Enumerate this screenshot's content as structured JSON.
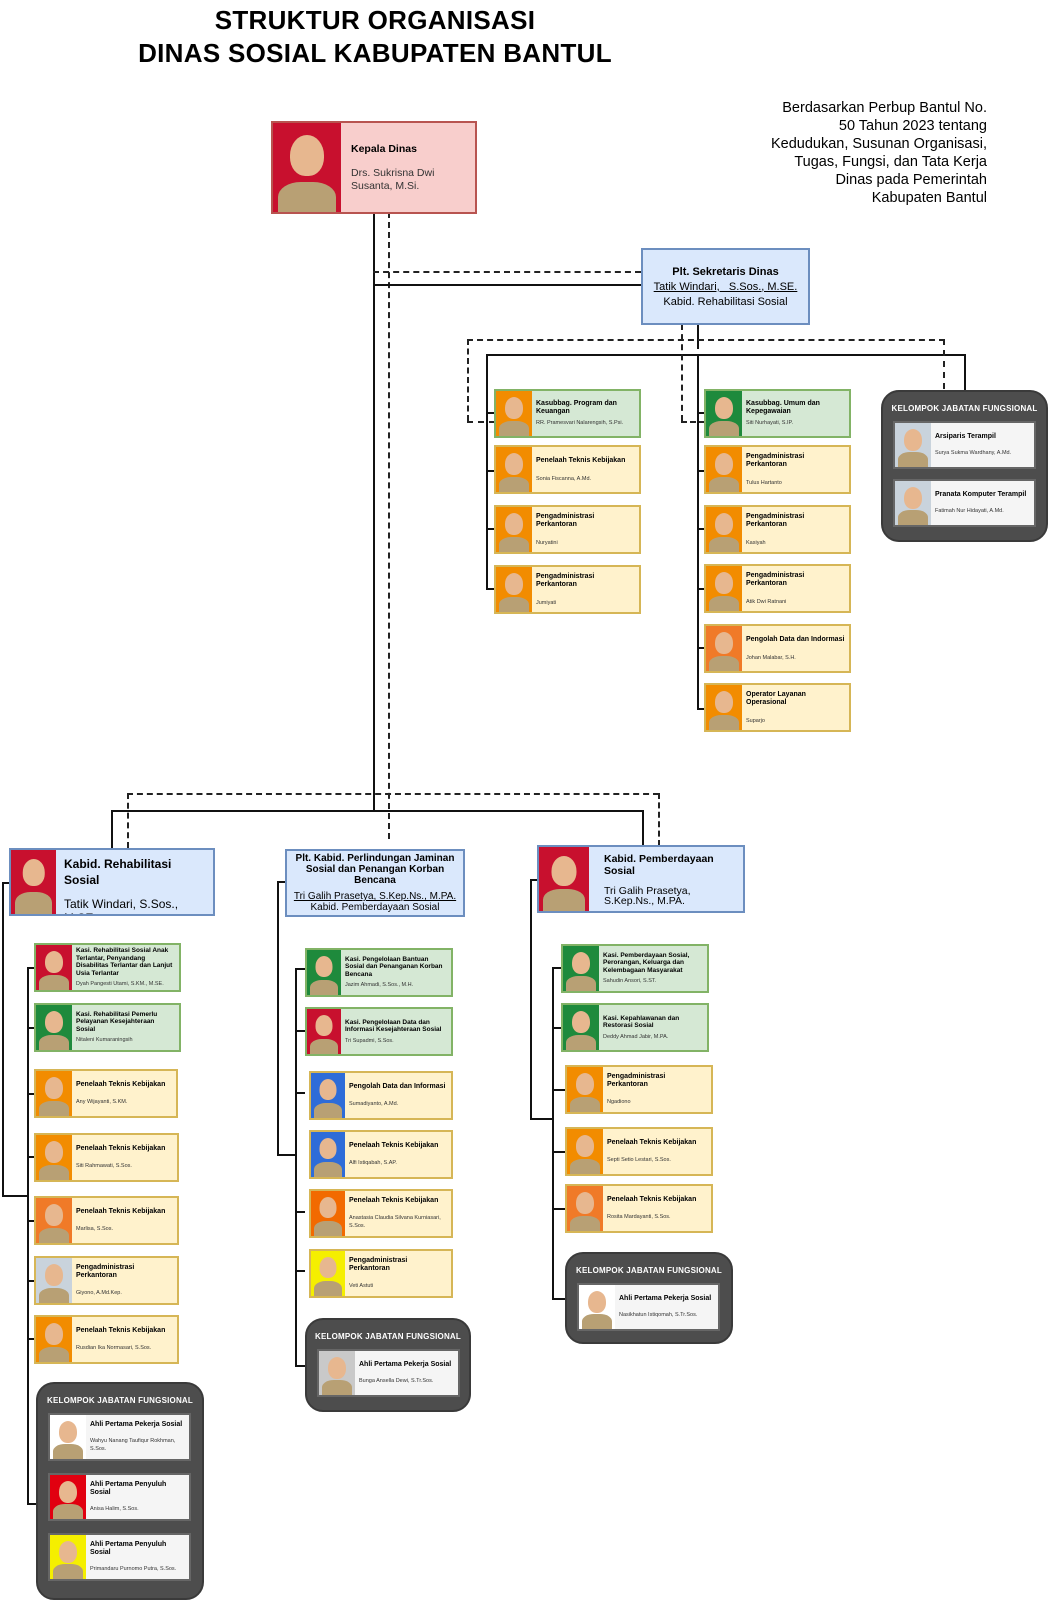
{
  "header": {
    "title_line1": "STRUKTUR ORGANISASI",
    "title_line2": "DINAS SOSIAL KABUPATEN BANTUL",
    "legal_basis": "Berdasarkan Perbup Bantul No.\n50 Tahun 2023 tentang\nKedudukan, Susunan Organisasi,\nTugas, Fungsi, dan Tata Kerja\nDinas pada Pemerintah\nKabupaten Bantul"
  },
  "kepala": {
    "role": "Kepala Dinas",
    "name": "Drs. Sukrisna Dwi Susanta, M.Si.",
    "photo_bg": "#c8102e"
  },
  "sekretaris": {
    "role": "Plt. Sekretaris Dinas",
    "name": "Tatik Windari,   S.Sos., M.SE.",
    "subtitle": "Kabid. Rehabilitasi Sosial"
  },
  "sekretariat": {
    "program": [
      {
        "role": "Kasubbag. Program dan Keuangan",
        "name": "RR. Pramesvari Nalarengsih, S.Psi.",
        "photo_bg": "#f28c00",
        "color": "green"
      },
      {
        "role": "Penelaah Teknis Kebijakan",
        "name": "Sonia Fiscanna, A.Md.",
        "photo_bg": "#f28c00",
        "color": "yellow"
      },
      {
        "role": "Pengadministrasi Perkantoran",
        "name": "Nuryatini",
        "photo_bg": "#f28c00",
        "color": "yellow"
      },
      {
        "role": "Pengadministrasi Perkantoran",
        "name": "Jumiyati",
        "photo_bg": "#f28c00",
        "color": "yellow"
      }
    ],
    "umum": [
      {
        "role": "Kasubbag. Umum dan Kepegawaian",
        "name": "Siti Nurhayati, S.IP.",
        "photo_bg": "#1e8a3c",
        "color": "green"
      },
      {
        "role": "Pengadministrasi Perkantoran",
        "name": "Tulus Hartanto",
        "photo_bg": "#f28c00",
        "color": "yellow"
      },
      {
        "role": "Pengadministrasi Perkantoran",
        "name": "Kasiyah",
        "photo_bg": "#f28c00",
        "color": "yellow"
      },
      {
        "role": "Pengadministrasi Perkantoran",
        "name": "Atik Dwi Ratnani",
        "photo_bg": "#f28c00",
        "color": "yellow"
      },
      {
        "role": "Pengolah Data dan Indormasi",
        "name": "Johan Malabar, S.H.",
        "photo_bg": "#f07a28",
        "color": "yellow"
      },
      {
        "role": "Operator Layanan Operasional",
        "name": "Suparjo",
        "photo_bg": "#f28c00",
        "color": "yellow"
      }
    ],
    "fungsional": {
      "title": "KELOMPOK JABATAN FUNGSIONAL",
      "members": [
        {
          "role": "Arsiparis Terampil",
          "name": "Surya Sukma Wardhany, A.Md.",
          "photo_bg": "#c9d3dc"
        },
        {
          "role": "Pranata Komputer Terampil",
          "name": "Fatimah Nur Hidayati, A.Md.",
          "photo_bg": "#c9d3dc"
        }
      ]
    }
  },
  "bidang": [
    {
      "head": {
        "role": "Kabid. Rehabilitasi Sosial",
        "name": "Tatik Windari, S.Sos., M.SE.",
        "photo_bg": "#c8102e"
      },
      "staff": [
        {
          "role": "Kasi. Rehabilitasi Sosial Anak Terlantar, Penyandang Disabilitas Terlantar dan Lanjut Usia Terlantar",
          "name": "Dyah Pangesti Utami, S.KM., M.SE.",
          "photo_bg": "#c8102e",
          "color": "green"
        },
        {
          "role": "Kasi. Rehabilitasi Pemerlu Pelayanan Kesejahteraan Sosial",
          "name": "Nitaleni Kumaraningsih",
          "photo_bg": "#1e8a3c",
          "color": "green"
        },
        {
          "role": "Penelaah Teknis Kebijakan",
          "name": "Any Wijayanti, S.KM.",
          "photo_bg": "#f28c00",
          "color": "yellow"
        },
        {
          "role": "Penelaah Teknis Kebijakan",
          "name": "Siti Rahmawati, S.Sos.",
          "photo_bg": "#f28c00",
          "color": "yellow"
        },
        {
          "role": "Penelaah Teknis Kebijakan",
          "name": "Marlisa, S.Sos.",
          "photo_bg": "#f07a28",
          "color": "yellow"
        },
        {
          "role": "Pengadministrasi Perkantoran",
          "name": "Giyono, A.Md.Kep.",
          "photo_bg": "#c9d3dc",
          "color": "yellow"
        },
        {
          "role": "Penelaah Teknis Kebijakan",
          "name": "Rusdian Ika Normasari, S.Sos.",
          "photo_bg": "#f28c00",
          "color": "yellow"
        }
      ],
      "fungsional": {
        "title": "KELOMPOK JABATAN FUNGSIONAL",
        "members": [
          {
            "role": "Ahli Pertama Pekerja Sosial",
            "name": "Wahyu Nanang Taufiqur Rokhman, S.Sos.",
            "photo_bg": "#ffffff"
          },
          {
            "role": "Ahli Pertama Penyuluh Sosial",
            "name": "Anisa Halim, S.Sos.",
            "photo_bg": "#e10010"
          },
          {
            "role": "Ahli Pertama Penyuluh Sosial",
            "name": "Primandaru Purnomo Putra, S.Sos.",
            "photo_bg": "#f5ef00"
          }
        ]
      }
    },
    {
      "head": {
        "role": "Plt. Kabid. Perlindungan Jaminan Sosial dan Penangan Korban Bencana",
        "name": "Tri Galih Prasetya, S.Kep.Ns., M.PA.",
        "subtitle": "Kabid. Pemberdayaan Sosial"
      },
      "staff": [
        {
          "role": "Kasi. Pengelolaan Bantuan Sosial dan Penanganan Korban Bencana",
          "name": "Jazim Ahmadi, S.Sos., M.H.",
          "photo_bg": "#1e8a3c",
          "color": "green"
        },
        {
          "role": "Kasi. Pengelolaan Data dan Informasi Kesejahteraan Sosial",
          "name": "Tri Supadmi, S.Sos.",
          "photo_bg": "#c8102e",
          "color": "green"
        },
        {
          "role": "Pengolah Data dan Informasi",
          "name": "Sumadiyanto, A.Md.",
          "photo_bg": "#2e6cd8",
          "color": "yellow"
        },
        {
          "role": "Penelaah Teknis Kebijakan",
          "name": "Alfi Istiqabah, S.AP.",
          "photo_bg": "#2e6cd8",
          "color": "yellow"
        },
        {
          "role": "Penelaah Teknis Kebijakan",
          "name": "Anastasia Claudia Silvana Kurniasari, S.Sos.",
          "photo_bg": "#f26a00",
          "color": "yellow"
        },
        {
          "role": "Pengadministrasi Perkantoran",
          "name": "Veti Astuti",
          "photo_bg": "#f5ef00",
          "color": "yellow"
        }
      ],
      "fungsional": {
        "title": "KELOMPOK JABATAN FUNGSIONAL",
        "members": [
          {
            "role": "Ahli Pertama Pekerja Sosial",
            "name": "Bunga Ansella Dewi, S.Tr.Sos.",
            "photo_bg": "#c9c9c9"
          }
        ]
      }
    },
    {
      "head": {
        "role": "Kabid. Pemberdayaan Sosial",
        "name": "Tri Galih Prasetya, S.Kep.Ns., M.PA.",
        "photo_bg": "#c8102e"
      },
      "staff": [
        {
          "role": "Kasi. Pemberdayaan Sosial, Perorangan, Keluarga dan Kelembagaan Masyarakat",
          "name": "Sahudin Ansori, S.ST.",
          "photo_bg": "#1e8a3c",
          "color": "green"
        },
        {
          "role": "Kasi. Kepahlawanan dan Restorasi Sosial",
          "name": "Deddy Ahmad Jabir, M.PA.",
          "photo_bg": "#1e8a3c",
          "color": "green"
        },
        {
          "role": "Pengadministrasi Perkantoran",
          "name": "Ngadiono",
          "photo_bg": "#f28c00",
          "color": "yellow"
        },
        {
          "role": "Penelaah Teknis Kebijakan",
          "name": "Septi Setio Lestari, S.Sos.",
          "photo_bg": "#f28c00",
          "color": "yellow"
        },
        {
          "role": "Penelaah Teknis Kebijakan",
          "name": "Rosita Mardayanti, S.Sos.",
          "photo_bg": "#f07a28",
          "color": "yellow"
        }
      ],
      "fungsional": {
        "title": "KELOMPOK JABATAN FUNGSIONAL",
        "members": [
          {
            "role": "Ahli Pertama Pekerja Sosial",
            "name": "Nasikhatun Istiqomah, S.Tr.Sos.",
            "photo_bg": "#ffffff"
          }
        ]
      }
    }
  ]
}
